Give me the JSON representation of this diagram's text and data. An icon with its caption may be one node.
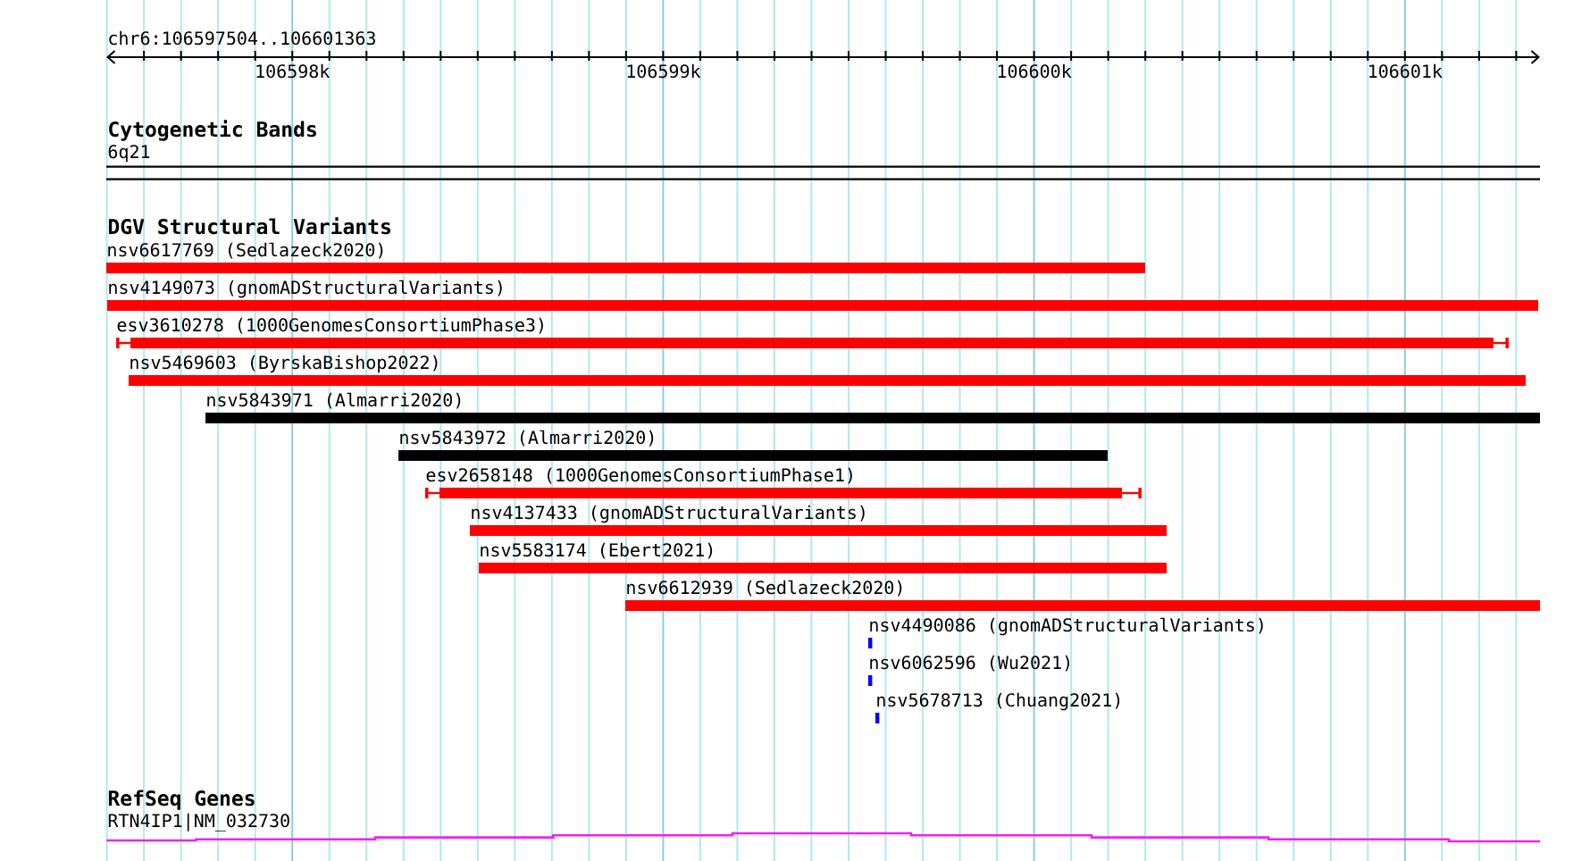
{
  "diagram": {
    "nodes": [
      {
        "text": [
          "6q21"
        ]
      },
      {
        "text": [
          "nsv6617769 (Sedlazeck2020)"
        ]
      },
      {
        "text": [
          "nsv4149073 (gnomADStructuralVariants)"
        ]
      },
      {
        "text": [
          "esv3610278 (1000GenomesConsortiumPhase3)"
        ]
      },
      {
        "text": [
          "nsv5469603 (ByrskaBishop2022)"
        ]
      },
      {
        "text": [
          "nsv5843971 (Almarri2020)"
        ]
      },
      {
        "text": [
          "nsv5843972 (Almarri2020)"
        ]
      },
      {
        "text": [
          "esv2658148 (1000GenomesConsortiumPhase1)"
        ]
      },
      {
        "text": [
          "nsv4137433 (gnomADStructuralVariants)"
        ]
      },
      {
        "text": [
          "nsv5583174 (Ebert2021)"
        ]
      },
      {
        "text": [
          "nsv6612939 (Sedlazeck2020)"
        ]
      },
      {
        "text": [
          "nsv4490086 (gnomADStructuralVariants)"
        ]
      },
      {
        "text": [
          "nsv6062596 (Wu2021)"
        ]
      },
      {
        "text": [
          "nsv5678713 (Chuang2021)"
        ]
      },
      {
        "text": [
          "RTN4IP1|NM_032730"
        ]
      }
    ],
    "labels": [
      "chr6:106597504..106601363",
      "106598k",
      "106599k",
      "106600k",
      "106601k",
      "Cytogenetic Bands",
      "DGV Structural Variants",
      "RefSeq Genes"
    ]
  }
}
